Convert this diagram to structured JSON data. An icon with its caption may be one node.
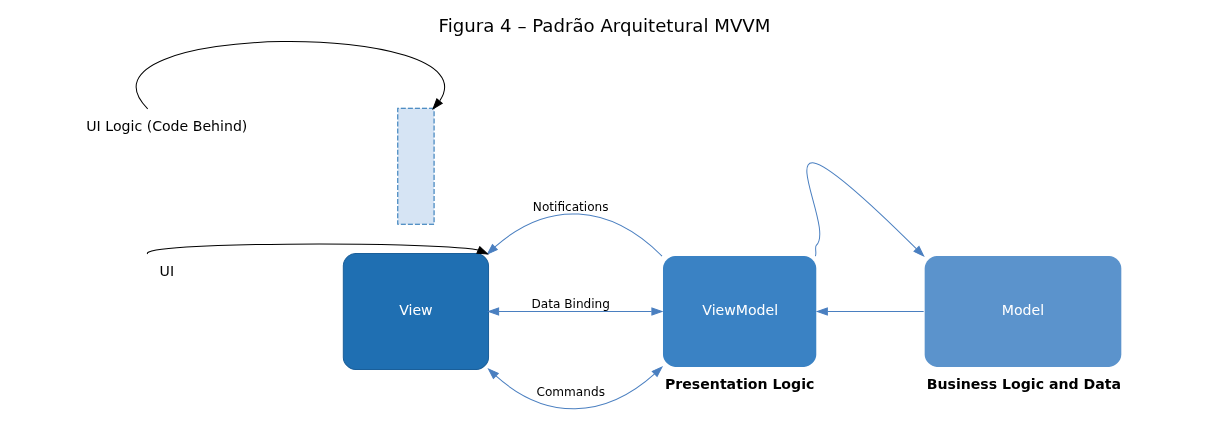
{
  "diagram": {
    "title": "Figura 4 – Padrão Arquitetural MVVM",
    "nodes": [
      {
        "text": [
          "View"
        ]
      },
      {
        "text": [],
        "shape": "box"
      },
      {
        "text": [
          "ViewModel"
        ],
        "beside": [
          "Presentation Logic"
        ]
      },
      {
        "text": [
          "Model"
        ],
        "beside": [
          "Business Logic and Data"
        ]
      },
      {
        "text": [
          "UI"
        ]
      },
      {
        "text": [
          "UI Logic (Code Behind)"
        ]
      }
    ],
    "edges": [
      {
        "from": 2,
        "to": 0,
        "arrow": "to",
        "label": "Notifications"
      },
      {
        "from": 0,
        "to": 2,
        "arrow": "both",
        "label": "Data Binding"
      },
      {
        "from": 0,
        "to": 2,
        "arrow": "both",
        "label": "Commands"
      },
      {
        "from": 2,
        "to": 3,
        "arrow": "to"
      },
      {
        "from": 3,
        "to": 2,
        "arrow": "to"
      },
      {
        "from": 4,
        "to": 0,
        "arrow": "to",
        "color": "#000000"
      },
      {
        "from": 5,
        "to": 1,
        "arrow": "to",
        "color": "#000000"
      }
    ]
  }
}
